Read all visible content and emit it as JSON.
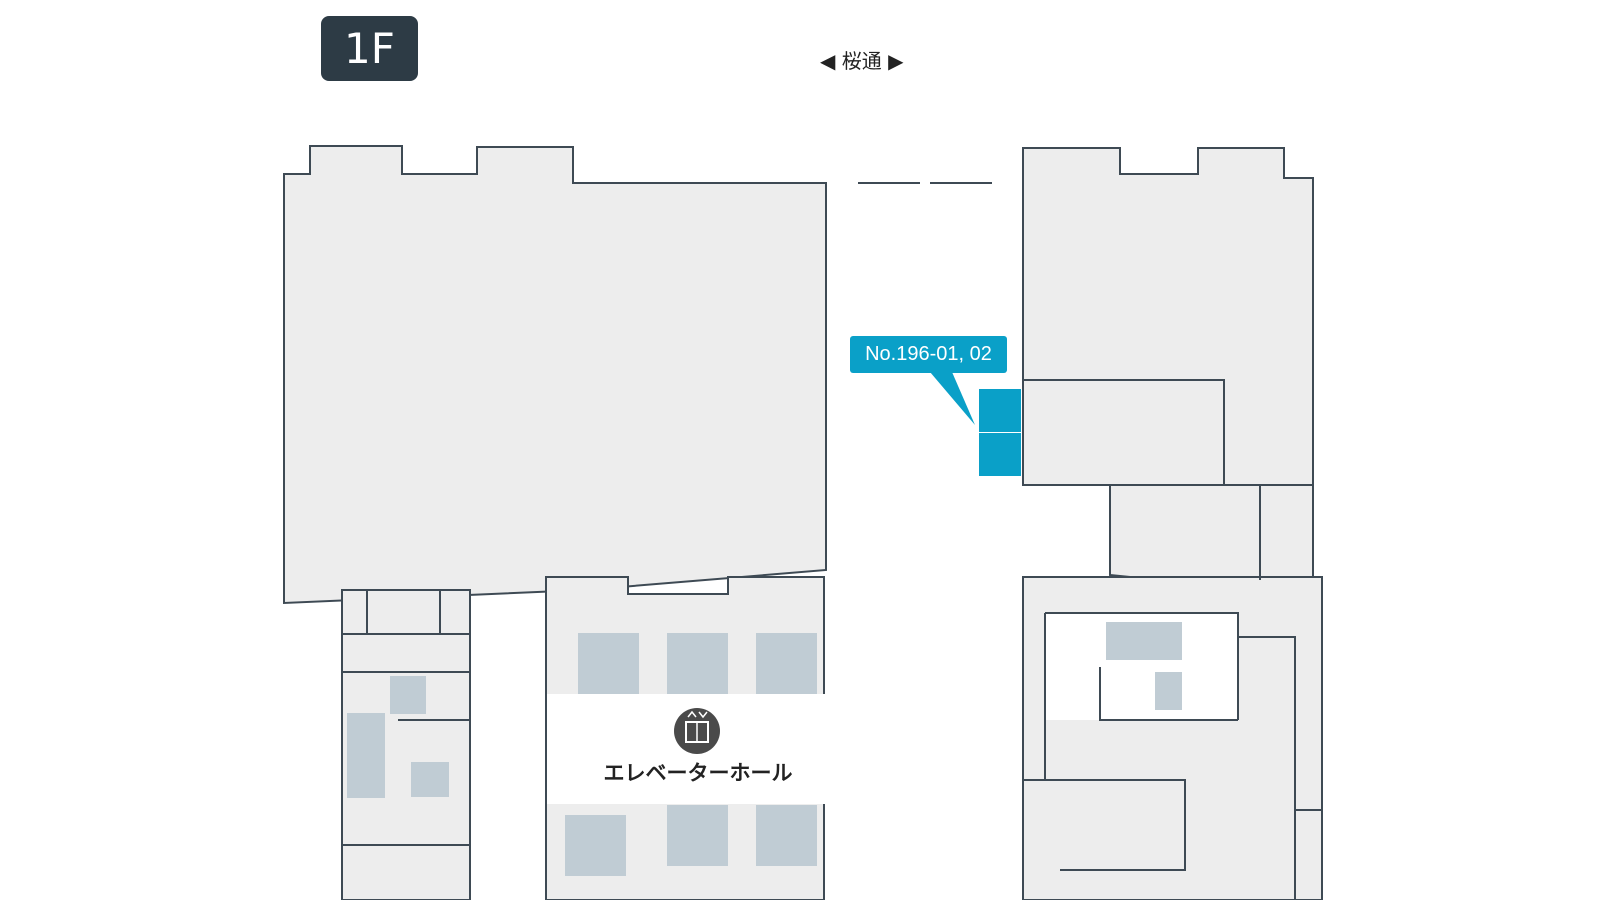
{
  "floor": {
    "label": "1F"
  },
  "street": {
    "left_arrow": "◀",
    "name": "桜通",
    "right_arrow": "▶"
  },
  "highlight": {
    "label": "No.196-01, 02"
  },
  "elevator_hall": {
    "label": "エレベーターホール"
  },
  "colors": {
    "area_fill": "#ededed",
    "wall": "#3e4a54",
    "highlight": "#0aa0c8",
    "elevator_block": "#c0ccd4",
    "badge": "#2d3b45"
  }
}
